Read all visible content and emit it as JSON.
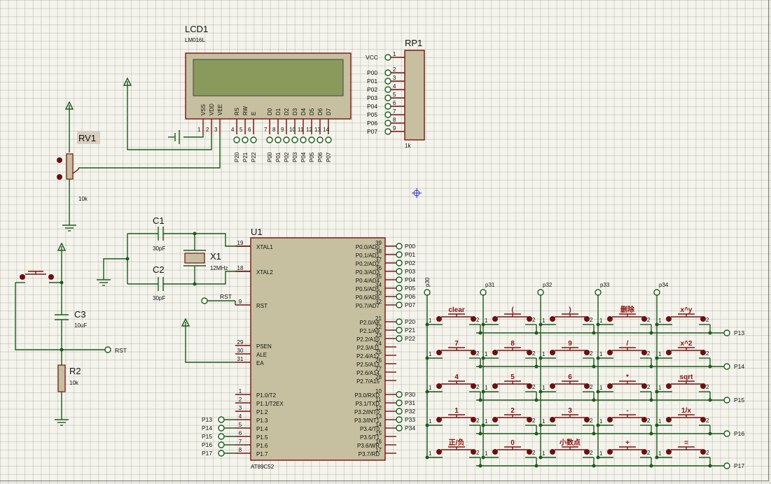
{
  "lcd": {
    "ref": "LCD1",
    "model": "LM016L",
    "pins": [
      {
        "name": "VSS",
        "num": "1"
      },
      {
        "name": "VDD",
        "num": "2"
      },
      {
        "name": "VEE",
        "num": "3"
      },
      {
        "name": "RS",
        "num": "4"
      },
      {
        "name": "RW",
        "num": "5"
      },
      {
        "name": "E",
        "num": "6"
      },
      {
        "name": "D0",
        "num": "7"
      },
      {
        "name": "D1",
        "num": "8"
      },
      {
        "name": "D2",
        "num": "9"
      },
      {
        "name": "D3",
        "num": "10"
      },
      {
        "name": "D4",
        "num": "11"
      },
      {
        "name": "D5",
        "num": "12"
      },
      {
        "name": "D6",
        "num": "13"
      },
      {
        "name": "D7",
        "num": "14"
      }
    ],
    "ctrl_nets": [
      "P20",
      "P21",
      "P22"
    ],
    "data_nets": [
      "P00",
      "P01",
      "P02",
      "P03",
      "P04",
      "P05",
      "P06",
      "P07"
    ]
  },
  "rp1": {
    "ref": "RP1",
    "value": "1k",
    "pins": [
      {
        "net": "VCC",
        "num": "1"
      },
      {
        "net": "P00",
        "num": "2"
      },
      {
        "net": "P01",
        "num": "3"
      },
      {
        "net": "P02",
        "num": "4"
      },
      {
        "net": "P03",
        "num": "5"
      },
      {
        "net": "P04",
        "num": "6"
      },
      {
        "net": "P05",
        "num": "7"
      },
      {
        "net": "P06",
        "num": "8"
      },
      {
        "net": "P07",
        "num": "9"
      }
    ]
  },
  "rv1": {
    "ref": "RV1",
    "value": "10k"
  },
  "c1": {
    "ref": "C1",
    "value": "30pF"
  },
  "c2": {
    "ref": "C2",
    "value": "30pF"
  },
  "c3": {
    "ref": "C3",
    "value": "10uF"
  },
  "r2": {
    "ref": "R2",
    "value": "10k"
  },
  "x1": {
    "ref": "X1",
    "value": "12MHz"
  },
  "rst_net": "RST",
  "mcu": {
    "ref": "U1",
    "part": "AT89C52",
    "left_pins": [
      {
        "num": "19",
        "name": "XTAL1"
      },
      {
        "num": "18",
        "name": "XTAL2"
      },
      {
        "num": "9",
        "name": "RST",
        "net": "RST"
      },
      {
        "num": "29",
        "name": "PSEN"
      },
      {
        "num": "30",
        "name": "ALE"
      },
      {
        "num": "31",
        "name": "EA"
      },
      {
        "num": "1",
        "name": "P1.0/T2"
      },
      {
        "num": "2",
        "name": "P1.1/T2EX"
      },
      {
        "num": "3",
        "name": "P1.2"
      },
      {
        "num": "4",
        "name": "P1.3",
        "net": "P13"
      },
      {
        "num": "5",
        "name": "P1.4",
        "net": "P14"
      },
      {
        "num": "6",
        "name": "P1.5",
        "net": "P15"
      },
      {
        "num": "7",
        "name": "P1.6",
        "net": "P16"
      },
      {
        "num": "8",
        "name": "P1.7",
        "net": "P17"
      }
    ],
    "right_pins": [
      {
        "num": "39",
        "name": "P0.0/AD0",
        "net": "P00"
      },
      {
        "num": "38",
        "name": "P0.1/AD1",
        "net": "P01"
      },
      {
        "num": "37",
        "name": "P0.2/AD2",
        "net": "P02"
      },
      {
        "num": "36",
        "name": "P0.3/AD3",
        "net": "P03"
      },
      {
        "num": "35",
        "name": "P0.4/AD4",
        "net": "P04"
      },
      {
        "num": "34",
        "name": "P0.5/AD5",
        "net": "P05"
      },
      {
        "num": "33",
        "name": "P0.6/AD6",
        "net": "P06"
      },
      {
        "num": "32",
        "name": "P0.7/AD7",
        "net": "P07"
      },
      {
        "num": "21",
        "name": "P2.0/A8",
        "net": "P20"
      },
      {
        "num": "22",
        "name": "P2.1/A9",
        "net": "P21"
      },
      {
        "num": "23",
        "name": "P2.2/A10",
        "net": "P22"
      },
      {
        "num": "24",
        "name": "P2.3/A11"
      },
      {
        "num": "25",
        "name": "P2.4/A12"
      },
      {
        "num": "26",
        "name": "P2.5/A13"
      },
      {
        "num": "27",
        "name": "P2.6/A14"
      },
      {
        "num": "28",
        "name": "P2.7/A15"
      },
      {
        "num": "10",
        "name": "P3.0/RXD",
        "net": "P30"
      },
      {
        "num": "11",
        "name": "P3.1/TXD",
        "net": "P31"
      },
      {
        "num": "12",
        "name": "P3.2/INT0",
        "net": "P32"
      },
      {
        "num": "13",
        "name": "P3.3/INT1",
        "net": "P33"
      },
      {
        "num": "14",
        "name": "P3.4/T0",
        "net": "P34"
      },
      {
        "num": "15",
        "name": "P3.5/T1"
      },
      {
        "num": "16",
        "name": "P3.6/WR"
      },
      {
        "num": "17",
        "name": "P3.7/RD"
      }
    ]
  },
  "keypad": {
    "col_nets": [
      "p30",
      "p31",
      "p32",
      "p33",
      "p34"
    ],
    "row_nets": [
      "P13",
      "P14",
      "P15",
      "P16",
      "P17"
    ],
    "pin_a": "1",
    "pin_b": "2",
    "keys": [
      [
        "clear",
        "(",
        ")",
        "删除",
        "x^y"
      ],
      [
        "7",
        "8",
        "9",
        "/",
        "x^2"
      ],
      [
        "4",
        "5",
        "6",
        "*",
        "sqrt"
      ],
      [
        "1",
        "2",
        "3",
        "-",
        "1/x"
      ],
      [
        "正/负",
        "0",
        "小数点",
        "+",
        "="
      ]
    ]
  }
}
